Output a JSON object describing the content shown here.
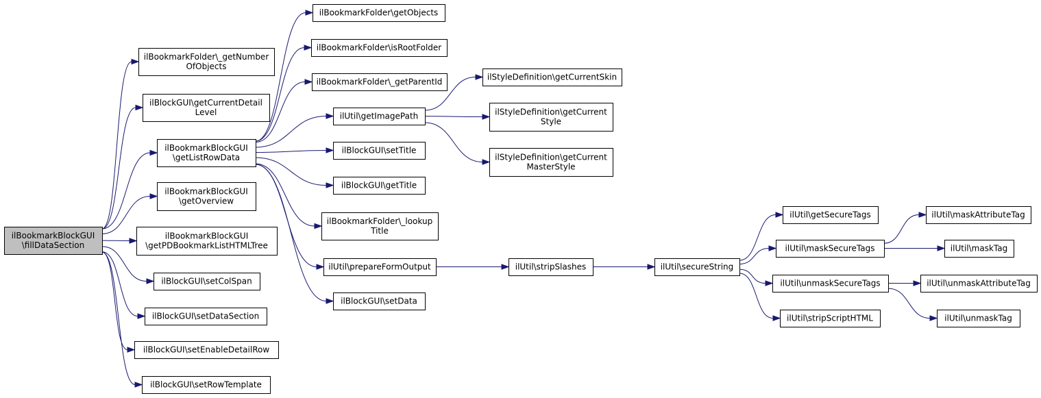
{
  "nodes": [
    {
      "id": "fillDataSection",
      "lines": [
        "ilBookmarkBlockGUI",
        "\\fillDataSection"
      ]
    },
    {
      "id": "getNumberOfObjects",
      "lines": [
        "ilBookmarkFolder\\_getNumber",
        "OfObjects"
      ]
    },
    {
      "id": "getCurrentDetailLevel",
      "lines": [
        "ilBlockGUI\\getCurrentDetail",
        "Level"
      ]
    },
    {
      "id": "getListRowData",
      "lines": [
        "ilBookmarkBlockGUI",
        "\\getListRowData"
      ]
    },
    {
      "id": "getOverview",
      "lines": [
        "ilBookmarkBlockGUI",
        "\\getOverview"
      ]
    },
    {
      "id": "getPDBookmarkListHTMLTree",
      "lines": [
        "ilBookmarkBlockGUI",
        "\\getPDBookmarkListHTMLTree"
      ]
    },
    {
      "id": "setColSpan",
      "lines": [
        "ilBlockGUI\\setColSpan"
      ]
    },
    {
      "id": "setDataSection",
      "lines": [
        "ilBlockGUI\\setDataSection"
      ]
    },
    {
      "id": "setEnableDetailRow",
      "lines": [
        "ilBlockGUI\\setEnableDetailRow"
      ]
    },
    {
      "id": "setRowTemplate",
      "lines": [
        "ilBlockGUI\\setRowTemplate"
      ]
    },
    {
      "id": "getObjects",
      "lines": [
        "ilBookmarkFolder\\getObjects"
      ]
    },
    {
      "id": "isRootFolder",
      "lines": [
        "ilBookmarkFolder\\isRootFolder"
      ]
    },
    {
      "id": "getParentId",
      "lines": [
        "ilBookmarkFolder\\_getParentId"
      ]
    },
    {
      "id": "getImagePath",
      "lines": [
        "ilUtil\\getImagePath"
      ]
    },
    {
      "id": "setTitle",
      "lines": [
        "ilBlockGUI\\setTitle"
      ]
    },
    {
      "id": "getTitle",
      "lines": [
        "ilBlockGUI\\getTitle"
      ]
    },
    {
      "id": "lookupTitle",
      "lines": [
        "ilBookmarkFolder\\_lookup",
        "Title"
      ]
    },
    {
      "id": "prepareFormOutput",
      "lines": [
        "ilUtil\\prepareFormOutput"
      ]
    },
    {
      "id": "setData",
      "lines": [
        "ilBlockGUI\\setData"
      ]
    },
    {
      "id": "getCurrentSkin",
      "lines": [
        "ilStyleDefinition\\getCurrentSkin"
      ]
    },
    {
      "id": "getCurrentStyle",
      "lines": [
        "ilStyleDefinition\\getCurrent",
        "Style"
      ]
    },
    {
      "id": "getCurrentMasterStyle",
      "lines": [
        "ilStyleDefinition\\getCurrent",
        "MasterStyle"
      ]
    },
    {
      "id": "stripSlashes",
      "lines": [
        "ilUtil\\stripSlashes"
      ]
    },
    {
      "id": "secureString",
      "lines": [
        "ilUtil\\secureString"
      ]
    },
    {
      "id": "getSecureTags",
      "lines": [
        "ilUtil\\getSecureTags"
      ]
    },
    {
      "id": "maskSecureTags",
      "lines": [
        "ilUtil\\maskSecureTags"
      ]
    },
    {
      "id": "unmaskSecureTags",
      "lines": [
        "ilUtil\\unmaskSecureTags"
      ]
    },
    {
      "id": "stripScriptHTML",
      "lines": [
        "ilUtil\\stripScriptHTML"
      ]
    },
    {
      "id": "maskAttributeTag",
      "lines": [
        "ilUtil\\maskAttributeTag"
      ]
    },
    {
      "id": "maskTag",
      "lines": [
        "ilUtil\\maskTag"
      ]
    },
    {
      "id": "unmaskAttributeTag",
      "lines": [
        "ilUtil\\unmaskAttributeTag"
      ]
    },
    {
      "id": "unmaskTag",
      "lines": [
        "ilUtil\\unmaskTag"
      ]
    }
  ],
  "edges": [
    [
      "fillDataSection",
      "getNumberOfObjects"
    ],
    [
      "fillDataSection",
      "getCurrentDetailLevel"
    ],
    [
      "fillDataSection",
      "getListRowData"
    ],
    [
      "fillDataSection",
      "getOverview"
    ],
    [
      "fillDataSection",
      "getPDBookmarkListHTMLTree"
    ],
    [
      "fillDataSection",
      "setColSpan"
    ],
    [
      "fillDataSection",
      "setDataSection"
    ],
    [
      "fillDataSection",
      "setEnableDetailRow"
    ],
    [
      "fillDataSection",
      "setRowTemplate"
    ],
    [
      "getListRowData",
      "getObjects"
    ],
    [
      "getListRowData",
      "isRootFolder"
    ],
    [
      "getListRowData",
      "getParentId"
    ],
    [
      "getListRowData",
      "getImagePath"
    ],
    [
      "getListRowData",
      "setTitle"
    ],
    [
      "getListRowData",
      "getTitle"
    ],
    [
      "getListRowData",
      "lookupTitle"
    ],
    [
      "getListRowData",
      "prepareFormOutput"
    ],
    [
      "getListRowData",
      "setData"
    ],
    [
      "getImagePath",
      "getCurrentSkin"
    ],
    [
      "getImagePath",
      "getCurrentStyle"
    ],
    [
      "getImagePath",
      "getCurrentMasterStyle"
    ],
    [
      "prepareFormOutput",
      "stripSlashes"
    ],
    [
      "stripSlashes",
      "secureString"
    ],
    [
      "secureString",
      "getSecureTags"
    ],
    [
      "secureString",
      "maskSecureTags"
    ],
    [
      "secureString",
      "unmaskSecureTags"
    ],
    [
      "secureString",
      "stripScriptHTML"
    ],
    [
      "maskSecureTags",
      "maskAttributeTag"
    ],
    [
      "maskSecureTags",
      "maskTag"
    ],
    [
      "unmaskSecureTags",
      "unmaskAttributeTag"
    ],
    [
      "unmaskSecureTags",
      "unmaskTag"
    ]
  ]
}
